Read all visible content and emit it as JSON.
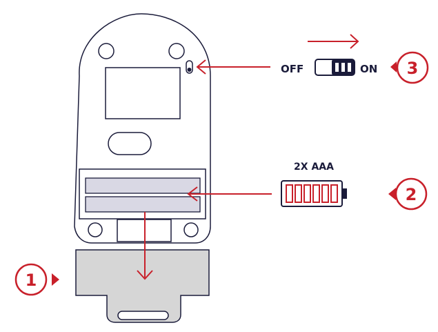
{
  "colors": {
    "accent": "#c8202a",
    "outline": "#1a1b3a",
    "battery_slot": "#d9d8e4",
    "cover": "#d6d6d6",
    "background": "#ffffff"
  },
  "switch": {
    "off_label": "OFF",
    "on_label": "ON",
    "state": "ON",
    "step_number": "3",
    "icon": "toggle-switch-icon"
  },
  "battery": {
    "label": "2X AAA",
    "cells": 6,
    "step_number": "2",
    "icon": "battery-icon"
  },
  "cover_step": {
    "step_number": "1",
    "icon": "battery-cover-icon"
  }
}
